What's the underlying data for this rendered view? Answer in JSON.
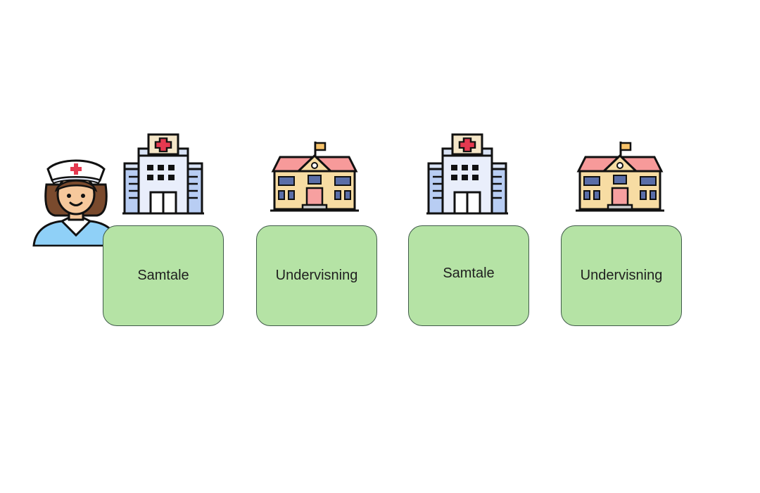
{
  "steps": [
    {
      "label": "Samtale",
      "icon": "hospital-icon"
    },
    {
      "label": "Undervisning",
      "icon": "school-icon"
    },
    {
      "label": "Samtale",
      "icon": "hospital-icon"
    },
    {
      "label": "Undervisning",
      "icon": "school-icon"
    }
  ],
  "person": {
    "icon": "nurse-icon"
  },
  "colors": {
    "card_fill": "#b5e3a5",
    "card_border": "#3f5a49",
    "hospital_body": "#e9eefb",
    "hospital_wing": "#b8cdf3",
    "school_roof": "#f79a9a",
    "school_wall": "#f7dca3",
    "nurse_top": "#8fd0f7"
  }
}
